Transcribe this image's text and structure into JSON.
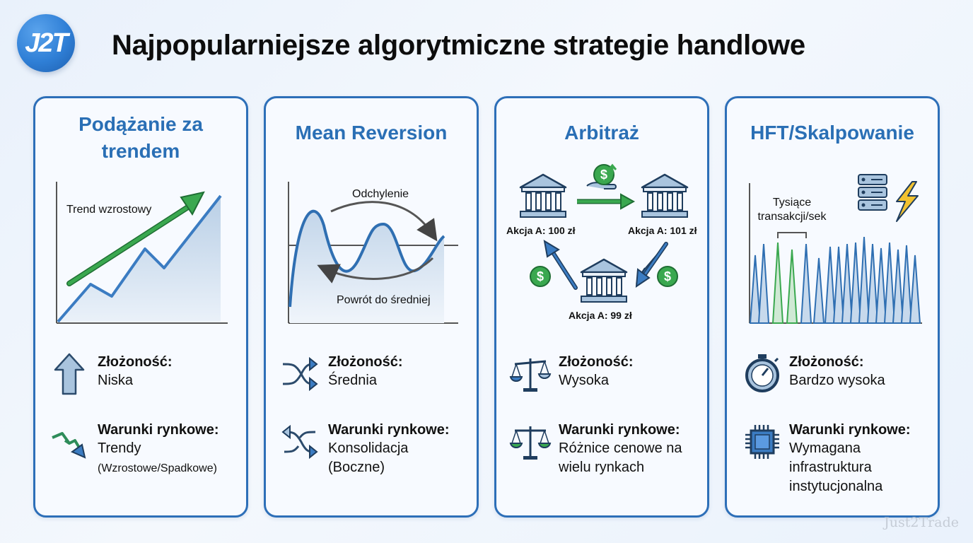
{
  "logo": {
    "text": "J2T"
  },
  "title": "Najpopularniejsze algorytmiczne strategie handlowe",
  "cards": [
    {
      "title_line1": "Podążanie za",
      "title_line2": "trendem",
      "graphic_label": "Trend wzrostowy",
      "complexity_label": "Złożoność:",
      "complexity_value": "Niska",
      "conditions_label": "Warunki rynkowe:",
      "conditions_value_line1": "Trendy",
      "conditions_value_line2": "(Wzrostowe/Spadkowe)"
    },
    {
      "title": "Mean Reversion",
      "graphic_label_top": "Odchylenie",
      "graphic_label_bottom": "Powrót do średniej",
      "complexity_label": "Złożoność:",
      "complexity_value": "Średnia",
      "conditions_label": "Warunki rynkowe:",
      "conditions_value_line1": "Konsolidacja",
      "conditions_value_line2": "(Boczne)"
    },
    {
      "title": "Arbitraż",
      "price_left": "Akcja A: 100 zł",
      "price_right": "Akcja A: 101 zł",
      "price_bottom": "Akcja A: 99 zł",
      "complexity_label": "Złożoność:",
      "complexity_value": "Wysoka",
      "conditions_label": "Warunki rynkowe:",
      "conditions_value_line1": "Różnice cenowe na",
      "conditions_value_line2": "wielu rynkach"
    },
    {
      "title": "HFT/Skalpowanie",
      "graphic_label_line1": "Tysiące",
      "graphic_label_line2": "transakcji/sek",
      "complexity_label": "Złożoność:",
      "complexity_value": "Bardzo wysoka",
      "conditions_label": "Warunki rynkowe:",
      "conditions_value_line1": "Wymagana",
      "conditions_value_line2": "infrastruktura",
      "conditions_value_line3": "instytucjonalna"
    }
  ],
  "icons": {
    "card1_complexity": "arrow-up-icon",
    "card1_conditions": "zigzag-down-arrow-icon",
    "card2_complexity": "shuffle-icon",
    "card2_conditions": "shuffle-icon",
    "card3_complexity": "balance-scale-icon",
    "card3_conditions": "balance-scale-icon",
    "card4_complexity": "stopwatch-icon",
    "card4_conditions": "cpu-chip-icon",
    "card3_bank": "bank-icon",
    "card3_money": "dollar-coin-icon",
    "card4_server": "server-lightning-icon"
  },
  "colors": {
    "accent_blue": "#2a6fb5",
    "card_border": "#2d6fb8",
    "green": "#3aa84f",
    "dark_navy": "#1f3d5e"
  },
  "watermark": "Just2Trade"
}
